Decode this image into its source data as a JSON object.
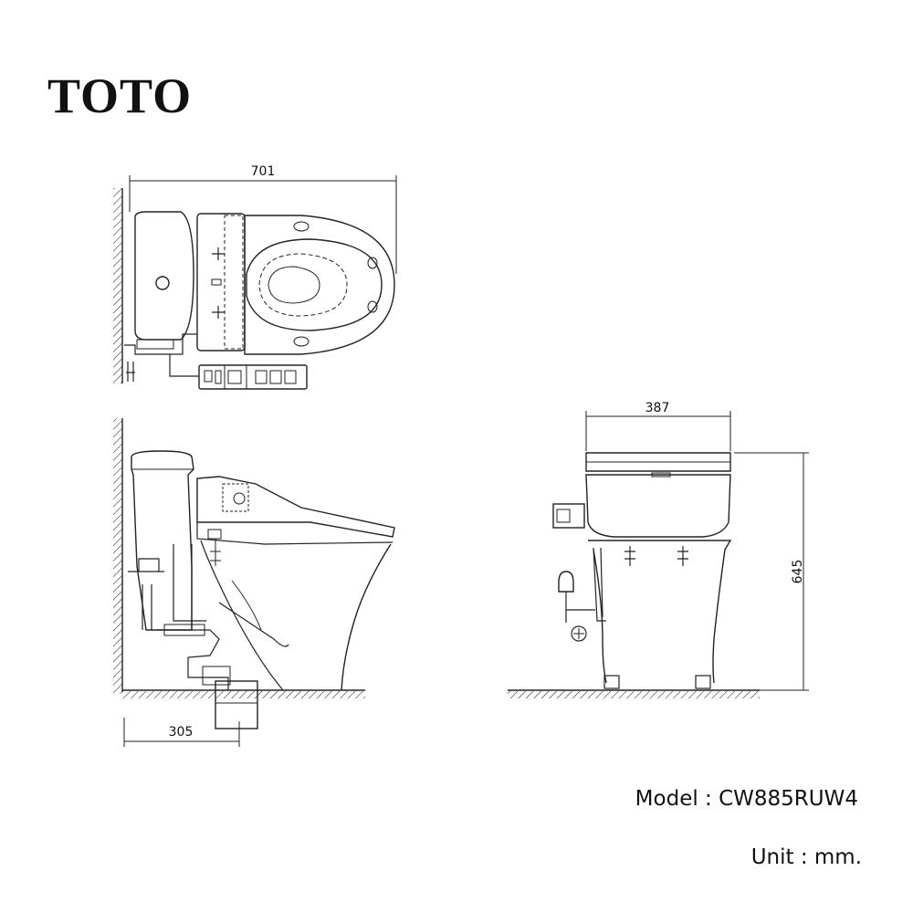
{
  "brand": "TOTO",
  "dimensions": {
    "top_width": "701",
    "front_width": "387",
    "side_height": "645",
    "rough_in": "305"
  },
  "footer": {
    "model": "Model : CW885RUW4",
    "unit": "Unit : mm."
  }
}
